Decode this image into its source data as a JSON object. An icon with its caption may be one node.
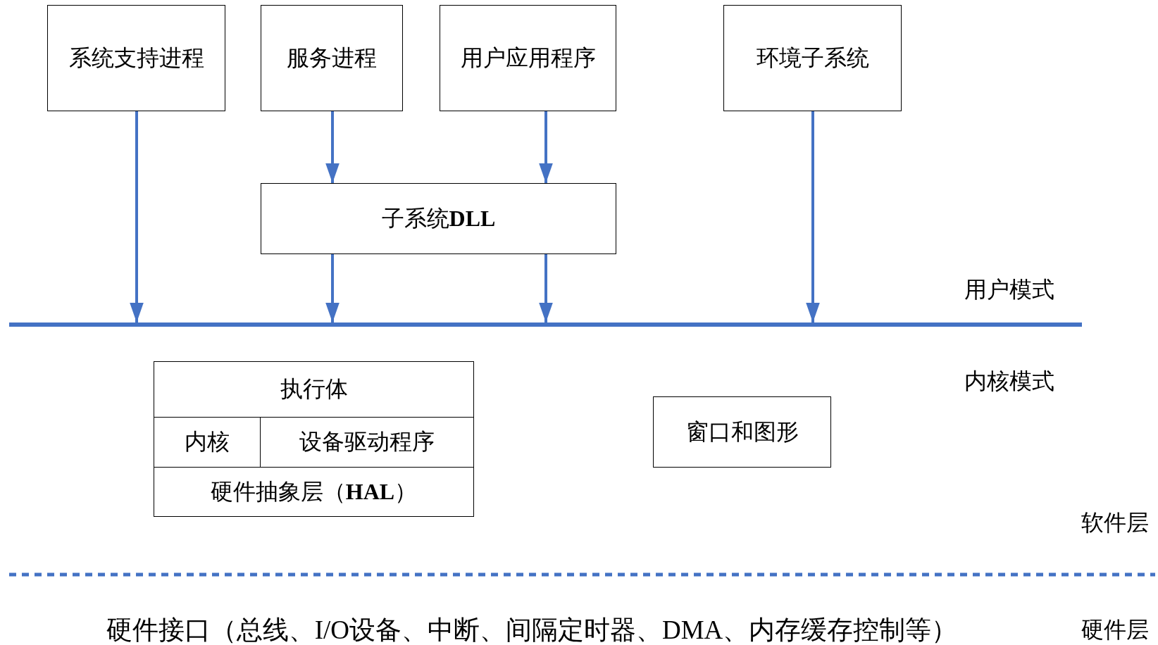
{
  "diagram": {
    "nodes": [
      {
        "text": [
          "系统支持进程"
        ]
      },
      {
        "text": [
          "服务进程"
        ]
      },
      {
        "text": [
          "用户应用程序"
        ]
      },
      {
        "text": [
          "环境子系统"
        ]
      },
      {
        "text": [
          "子系统**DLL**"
        ]
      },
      {
        "text": [],
        "shape": "bar"
      },
      {
        "text": [
          "执行体"
        ]
      },
      {
        "text": [
          "内核"
        ]
      },
      {
        "text": [
          "设备驱动程序"
        ]
      },
      {
        "text": [
          "硬件抽象层（**HAL**）"
        ]
      },
      {
        "text": [
          "窗口和图形"
        ]
      }
    ],
    "edges": [
      {
        "from": 0,
        "to": 5,
        "arrow": "to"
      },
      {
        "from": 1,
        "to": 4,
        "arrow": "to"
      },
      {
        "from": 2,
        "to": 4,
        "arrow": "to"
      },
      {
        "from": 4,
        "to": 5,
        "arrow": "to"
      },
      {
        "from": 4,
        "to": 5,
        "arrow": "to"
      },
      {
        "from": 3,
        "to": 5,
        "arrow": "to"
      }
    ],
    "labels": [
      "用户模式",
      "内核模式",
      "软件层",
      "硬件接口（总线、I/O设备、中断、间隔定时器、DMA、内存缓存控制等）",
      "硬件层"
    ]
  }
}
